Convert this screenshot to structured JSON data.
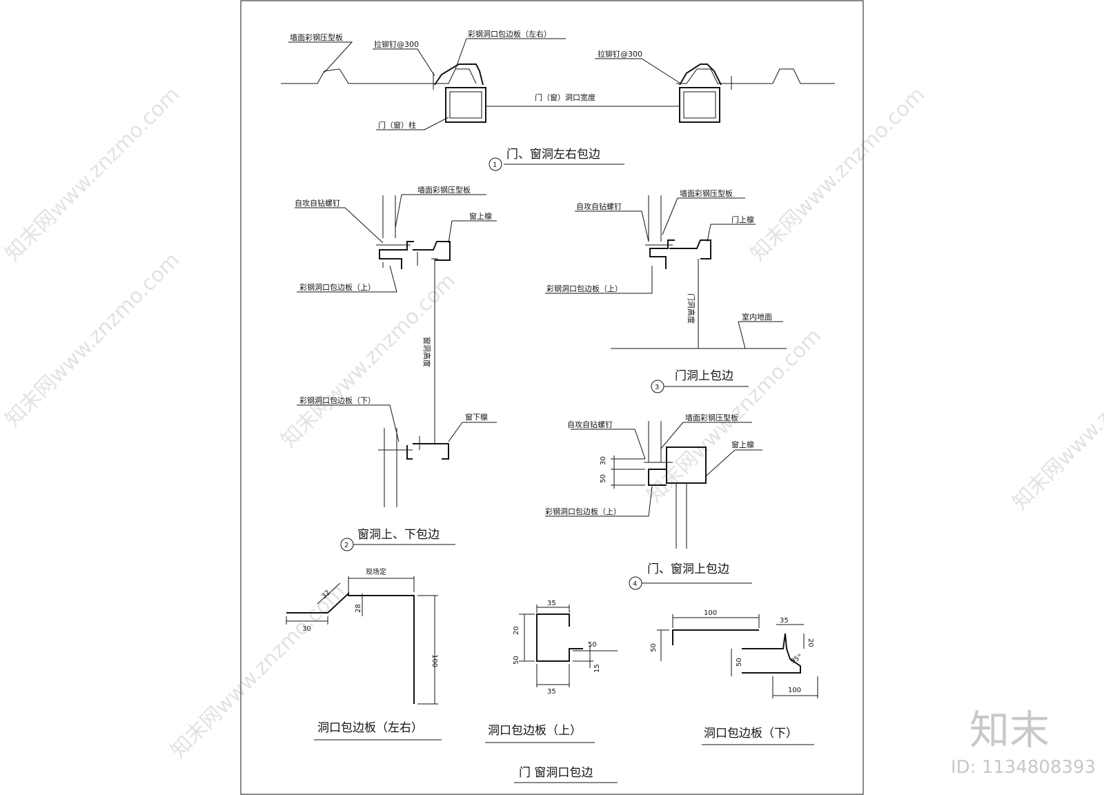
{
  "labels": {
    "wall_panel": "墙面彩钢压型板",
    "rivet_300": "拉铆钉@300",
    "flashing_lr": "彩钢洞口包边板（左右）",
    "rivet_300_b": "拉铆钉@300",
    "opening_width": "门（窗）洞口宽度",
    "column": "门（窗）柱",
    "d2_screw": "自攻自钻螺钉",
    "d2_panel": "墙面彩钢压型板",
    "d2_purlin_top": "窗上檩",
    "d2_flash_top": "彩钢洞口包边板（上）",
    "d2_height": "窗洞高度",
    "d2_flash_bottom": "彩钢洞口包边板（下）",
    "d2_purlin_bottom": "窗下檩",
    "d3_screw": "自攻自钻螺钉",
    "d3_panel": "墙面彩钢压型板",
    "d3_purlin": "门上檩",
    "d3_flash": "彩钢洞口包边板（上）",
    "d3_height": "门洞高度",
    "d3_floor": "室内地面",
    "d4_screw": "自攻自钻螺钉",
    "d4_panel": "墙面彩钢压型板",
    "d4_purlin": "窗上檩",
    "d4_flash": "彩钢洞口包边板（上）",
    "d4_dim_30": "30",
    "d4_dim_50": "50",
    "p1_site": "现场定",
    "p1_32": "32",
    "p1_28": "28",
    "p1_30": "30",
    "p1_100": "100",
    "p2_35a": "35",
    "p2_20": "20",
    "p2_50a": "50",
    "p2_50b": "50",
    "p2_15": "15",
    "p2_35b": "35",
    "p3_100a": "100",
    "p3_50a": "50",
    "p3_35": "35",
    "p3_20": "20",
    "p3_50b": "50",
    "p3_95": "95°",
    "p3_100b": "100"
  },
  "titles": {
    "d1": "门、窗洞左右包边",
    "d1_num": "1",
    "d2": "窗洞上、下包边",
    "d2_num": "2",
    "d3": "门洞上包边",
    "d3_num": "3",
    "d4": "门、窗洞上包边",
    "d4_num": "4",
    "p1": "洞口包边板（左右）",
    "p2": "洞口包边板（上）",
    "p3": "洞口包边板（下）",
    "main": "门  窗洞口包边"
  },
  "watermark": {
    "text": "知末网www.znzmo.com",
    "brand": "知末",
    "id": "ID: 1134808393"
  }
}
